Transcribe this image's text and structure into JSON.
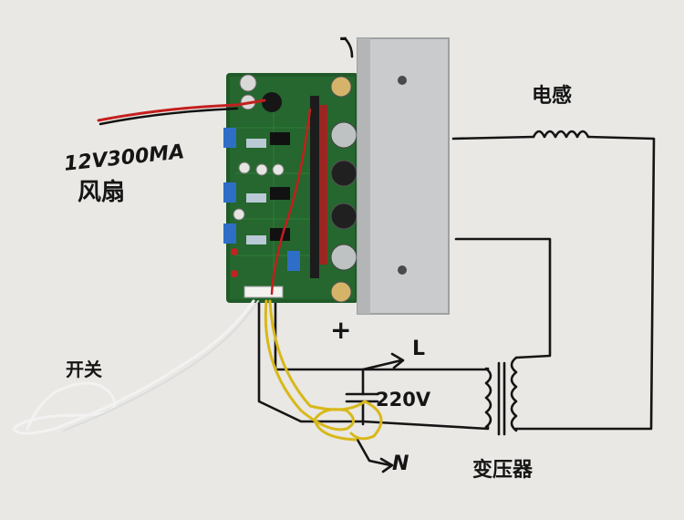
{
  "labels": {
    "fan_spec": "12V300MA",
    "fan": "风扇",
    "switch": "开关",
    "inductor": "电感",
    "transformer": "变压器",
    "vac": "220V",
    "line": "L",
    "neutral": "N",
    "minus": "-",
    "plus": "+"
  },
  "colors": {
    "wall": "#e9e8e4",
    "pcb": "#1f5a28",
    "heatsink": "#c9cbcc",
    "ink": "#151515",
    "wire_yellow": "#d8b81a",
    "wire_red": "#c41e1e",
    "wire_white": "#f2f2f2"
  }
}
